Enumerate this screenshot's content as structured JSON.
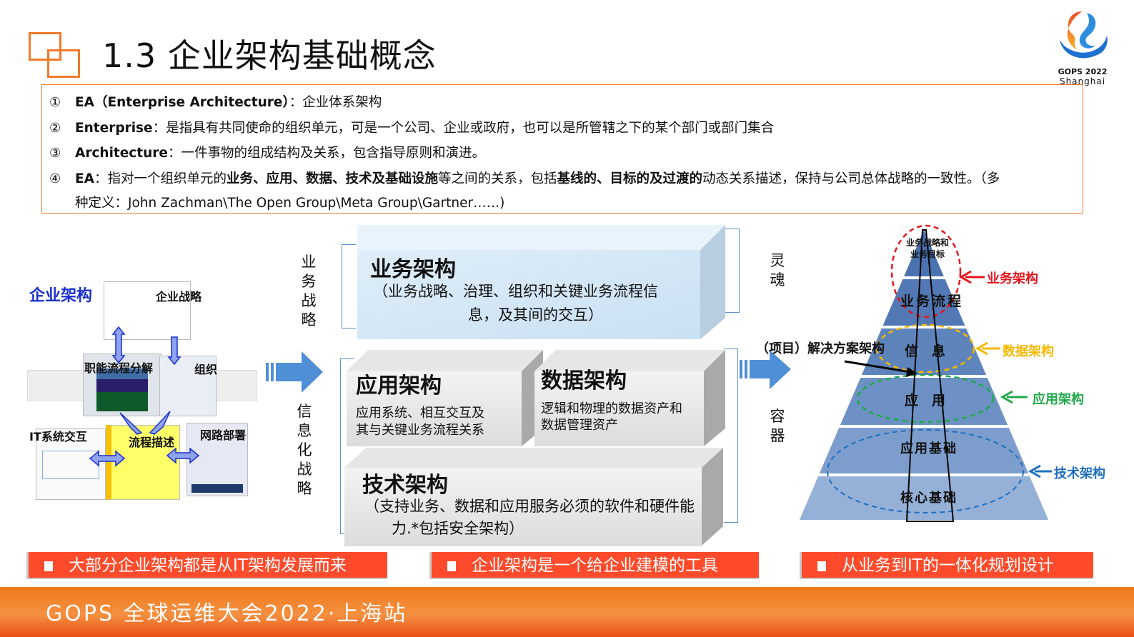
{
  "header": {
    "title": "1.3 企业架构基础概念",
    "logo_line1": "GOPS 2022",
    "logo_line2": "Shanghai"
  },
  "definitions": [
    {
      "num": "①",
      "parts": [
        {
          "t": "EA（Enterprise Architecture）",
          "b": true
        },
        {
          "t": "：企业体系架构",
          "b": false
        }
      ]
    },
    {
      "num": "②",
      "parts": [
        {
          "t": "Enterprise",
          "b": true
        },
        {
          "t": "：是指具有共同使命的组织单元，可是一个公司、企业或政府，也可以是所管辖之下的某个部门或部门集合",
          "b": false
        }
      ]
    },
    {
      "num": "③",
      "parts": [
        {
          "t": "Architecture",
          "b": true
        },
        {
          "t": "：一件事物的组成结构及关系，包含指导原则和演进。",
          "b": false
        }
      ]
    },
    {
      "num": "④",
      "parts": [
        {
          "t": "EA",
          "b": true
        },
        {
          "t": "：指对一个组织单元的",
          "b": false
        },
        {
          "t": "业务、应用、数据、技术及基础设施",
          "b": true
        },
        {
          "t": "等之间的关系，包括",
          "b": false
        },
        {
          "t": "基线的、目标的及过渡的",
          "b": true
        },
        {
          "t": "动态关系描述，保持与公司总体战略的一致性。（多",
          "b": false
        }
      ]
    },
    {
      "num": "",
      "parts": [
        {
          "t": "种定义：John Zachman\\The Open Group\\Meta Group\\Gartner……)",
          "b": false
        }
      ]
    }
  ],
  "collage": {
    "title": "企业架构",
    "labels": {
      "strategy": "企业战略",
      "function": "职能流程分解",
      "org": "组织",
      "it": "IT系统交互",
      "process": "流程描述",
      "network": "网路部署"
    }
  },
  "layers": {
    "left_top_label": "业务战略",
    "left_bottom_label": "信息化战略",
    "right_top_label": "灵魂",
    "right_bottom_label": "容器",
    "business": {
      "title": "业务架构",
      "line1": "（业务战略、治理、组织和关键业务流程信",
      "line2": "息，及其间的交互）"
    },
    "application": {
      "title": "应用架构",
      "line1": "应用系统、相互交互及",
      "line2": "其与关键业务流程关系"
    },
    "data": {
      "title": "数据架构",
      "line1": "逻辑和物理的数据资产和",
      "line2": "数据管理资产"
    },
    "technology": {
      "title": "技术架构",
      "line1": "（支持业务、数据和应用服务必须的软件和硬件能",
      "line2": "力.*包括安全架构）"
    }
  },
  "pyramid": {
    "solution_label": "（项目）解决方案架构",
    "levels": [
      "业务战略和",
      "业务目标",
      "业务流程",
      "信　息",
      "应　用",
      "应用基础",
      "核心基础"
    ],
    "callouts": [
      {
        "label": "业务架构",
        "color": "#e8141c"
      },
      {
        "label": "数据架构",
        "color": "#f5b800"
      },
      {
        "label": "应用架构",
        "color": "#1fa84a"
      },
      {
        "label": "技术架构",
        "color": "#1f6fbf"
      }
    ]
  },
  "tags": [
    "大部分企业架构都是从IT架构发展而来",
    "企业架构是一个给企业建模的工具",
    "从业务到IT的一体化规划设计"
  ],
  "footer": {
    "text": "GOPS 全球运维大会2022·上海站"
  },
  "colors": {
    "accent": "#f07a2a",
    "tag": "#ff4b2b",
    "arrow": "#4f8fd6"
  }
}
